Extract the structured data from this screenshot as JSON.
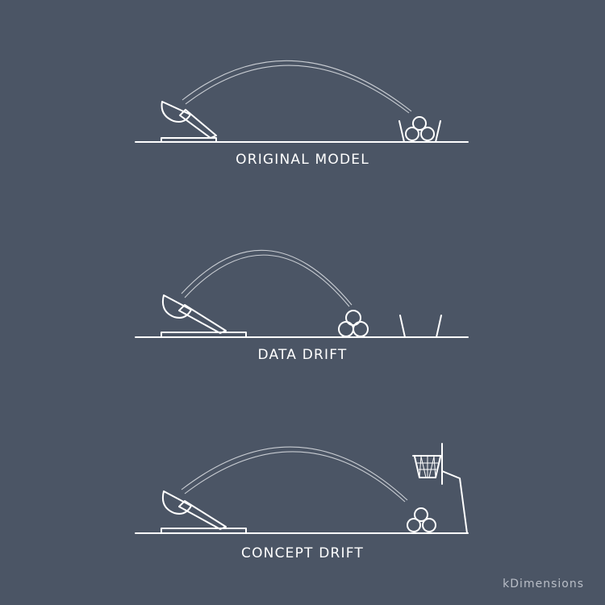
{
  "panels": [
    {
      "label": "ORIGINAL MODEL"
    },
    {
      "label": "DATA DRIFT"
    },
    {
      "label": "CONCEPT DRIFT"
    }
  ],
  "watermark": "kDimensions",
  "colors": {
    "background": "#4b5565",
    "line": "#ffffff",
    "arc": "#c9cdd3"
  }
}
